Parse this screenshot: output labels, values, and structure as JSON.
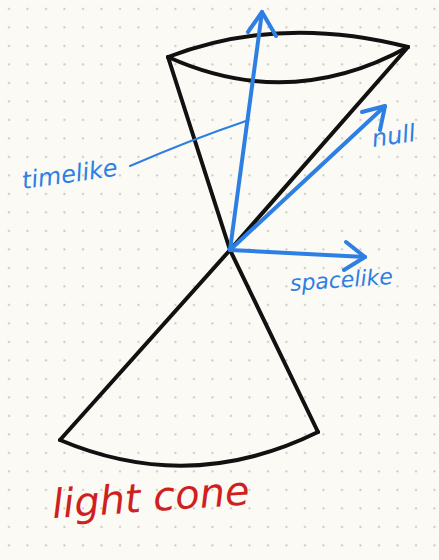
{
  "diagram": {
    "labels": [
      "timelike",
      "null",
      "spacelike",
      "light cone"
    ]
  }
}
